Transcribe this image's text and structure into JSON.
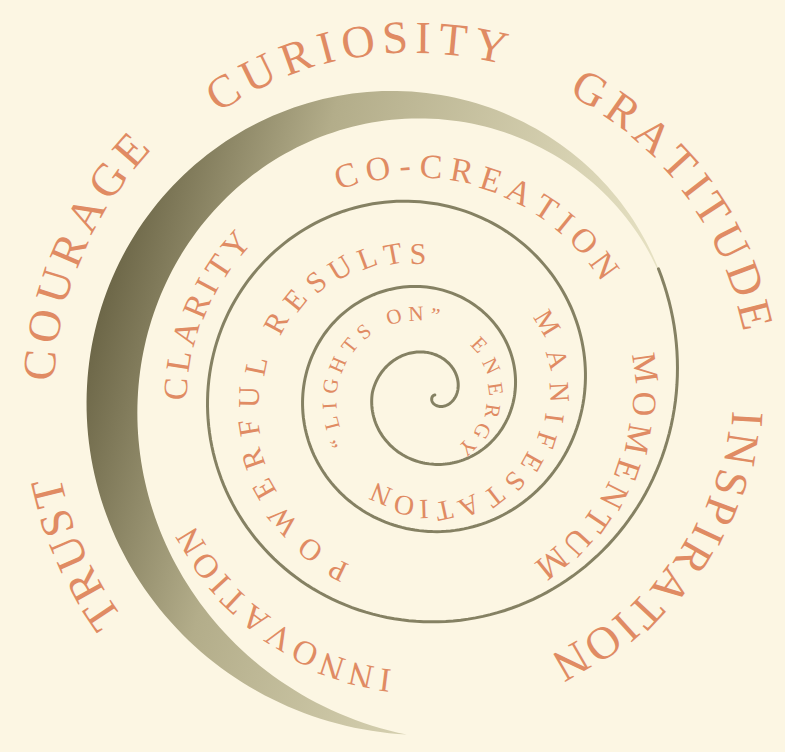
{
  "diagram": {
    "labels": [
      "TRUST",
      "COURAGE",
      "CURIOSITY",
      "GRATITUDE",
      "INSPIRATION",
      "INNOVATION",
      "CLARITY",
      "CO-CREATION",
      "MOMENTUM",
      "POWERFUL RESULTS",
      "MANIFESTATION",
      "“LIGHTS ON”",
      "ENERGY"
    ]
  }
}
